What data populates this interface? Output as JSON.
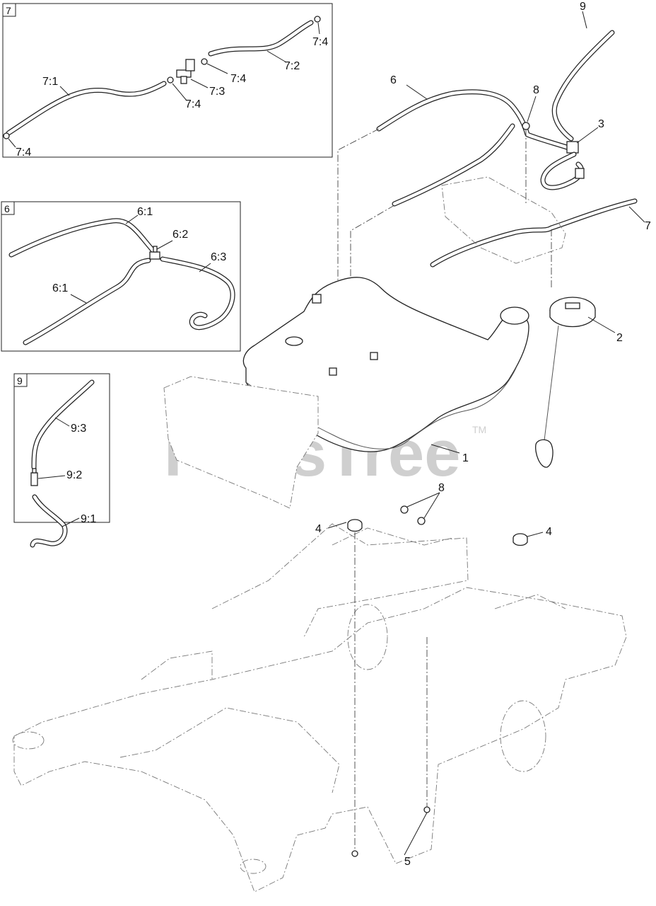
{
  "watermark": {
    "text": "PartsTree",
    "tm": "TM"
  },
  "inset_boxes": {
    "box7": {
      "number": "7",
      "labels": [
        "7:1",
        "7:2",
        "7:3",
        "7:4",
        "7:4",
        "7:4",
        "7:4"
      ]
    },
    "box6": {
      "number": "6",
      "labels": [
        "6:1",
        "6:1",
        "6:2",
        "6:3"
      ]
    },
    "box9": {
      "number": "9",
      "labels": [
        "9:1",
        "9:2",
        "9:3"
      ]
    }
  },
  "callouts": [
    "1",
    "2",
    "3",
    "4",
    "4",
    "5",
    "6",
    "7",
    "8",
    "8",
    "9"
  ]
}
